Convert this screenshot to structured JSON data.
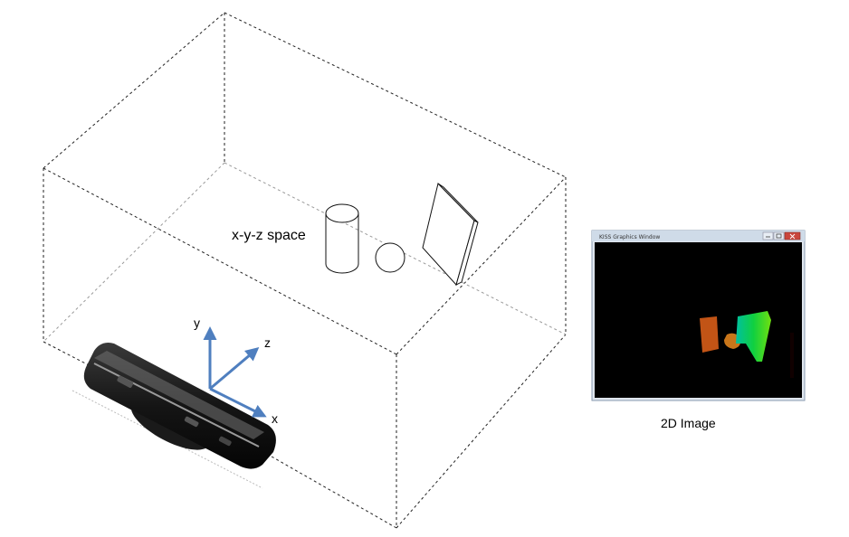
{
  "scene": {
    "space_label": "x-y-z space"
  },
  "axes": {
    "x_label": "x",
    "y_label": "y",
    "z_label": "z",
    "color": "#4f7fbf"
  },
  "sensor": {
    "icon": "depth-camera-icon"
  },
  "graphics_window": {
    "title": "KISS Graphics Window",
    "caption": "2D Image"
  }
}
